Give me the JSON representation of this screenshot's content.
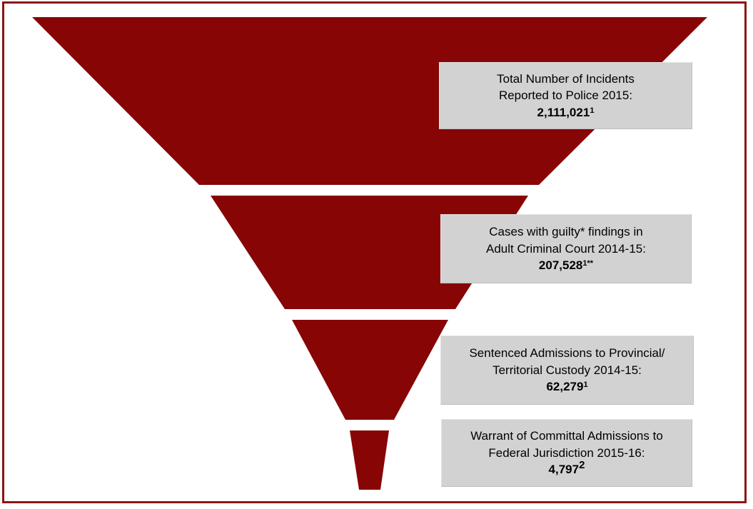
{
  "colors": {
    "funnel-red": "#870505",
    "frame-red": "#8D1414",
    "box-gray": "#D2D2D2",
    "label-text": "#000000"
  },
  "chart_data": {
    "type": "funnel",
    "title": "",
    "orientation": "widest-at-top",
    "legend": "none",
    "grid": false,
    "stages": [
      {
        "line1": "Total Number of Incidents",
        "line2": "Reported to Police 2015:",
        "value": 2111021,
        "value_display": "2,111,021",
        "footnote": "1"
      },
      {
        "line1": "Cases with guilty* findings in",
        "line2": "Adult Criminal Court 2014-15:",
        "value": 207528,
        "value_display": "207,528",
        "footnote": "1**"
      },
      {
        "line1": "Sentenced Admissions to Provincial/",
        "line2": "Territorial Custody 2014-15:",
        "value": 62279,
        "value_display": "62,279",
        "footnote": "1"
      },
      {
        "line1": "Warrant of Committal Admissions to",
        "line2": "Federal Jurisdiction 2015-16:",
        "value": 4797,
        "value_display": "4,797",
        "footnote": "2"
      }
    ]
  }
}
